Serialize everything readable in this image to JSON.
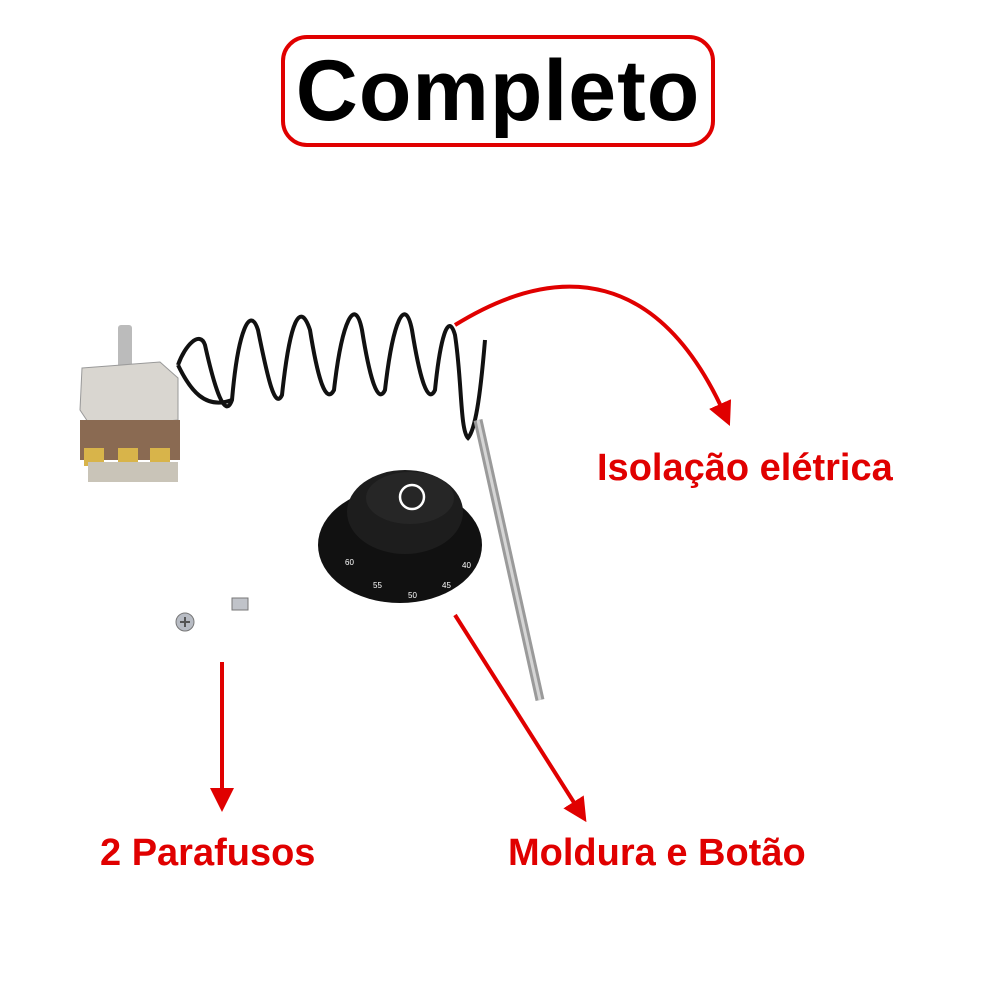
{
  "title": "Completo",
  "labels": {
    "insulation": "Isolação elétrica",
    "screws": "2 Parafusos",
    "knob": "Moldura e Botão"
  },
  "dial_numbers": [
    "60",
    "55",
    "50",
    "45",
    "40"
  ],
  "colors": {
    "accent": "#e00000",
    "knob": "#111111"
  }
}
